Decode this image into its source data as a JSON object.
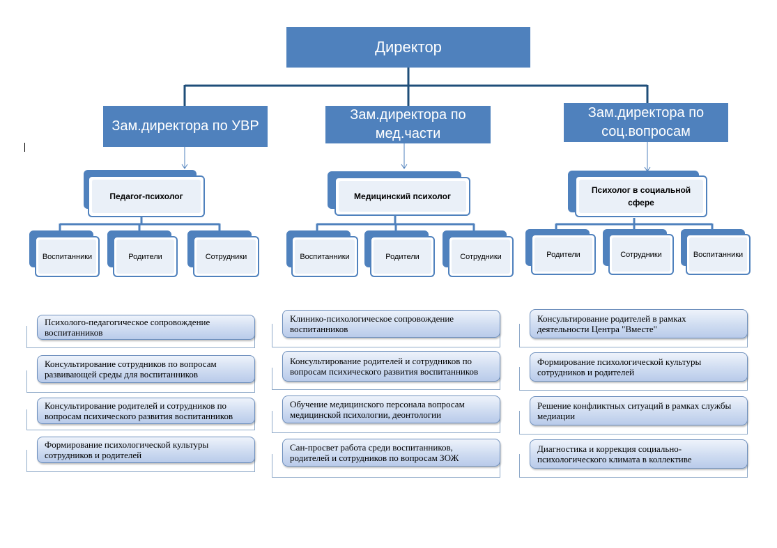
{
  "director": "Директор",
  "deputies": [
    {
      "label": "Зам.директора по УВР"
    },
    {
      "label": "Зам.директора по мед.части"
    },
    {
      "label": "Зам.директора по соц.вопросам"
    }
  ],
  "roles": [
    {
      "label": "Педагог-психолог"
    },
    {
      "label": "Медицинский психолог"
    },
    {
      "label": "Психолог в социальной сфере"
    }
  ],
  "groups": [
    [
      "Воспитанники",
      "Родители",
      "Сотрудники"
    ],
    [
      "Воспитанники",
      "Родители",
      "Сотрудники"
    ],
    [
      "Родители",
      "Сотрудники",
      "Воспитанники"
    ]
  ],
  "tasks": [
    [
      "Психолого-педагогическое сопровождение воспитанников",
      "Консультирование сотрудников по вопросам развивающей среды для воспитанников",
      "Консультирование родителей и сотрудников по вопросам психического развития воспитанников",
      "Формирование психологической культуры сотрудников и родителей"
    ],
    [
      "Клинико-психологическое сопровождение воспитанников",
      "Консультирование родителей и сотрудников по вопросам психического развития воспитанников",
      "Обучение медицинского персонала вопросам медицинской психологии, деонтологии",
      "Сан-просвет работа среди воспитанников, родителей и сотрудников по вопросам ЗОЖ"
    ],
    [
      "Консультирование родителей в рамках деятельности Центра \"Вместе\"",
      "Формирование психологической культуры сотрудников и родителей",
      "Решение конфликтных ситуаций в рамках службы медиации",
      "Диагностика и коррекция социально-психологического климата в коллективе"
    ]
  ],
  "colors": {
    "accent": "#4f81bd",
    "pill_border": "#6d8fbd"
  }
}
